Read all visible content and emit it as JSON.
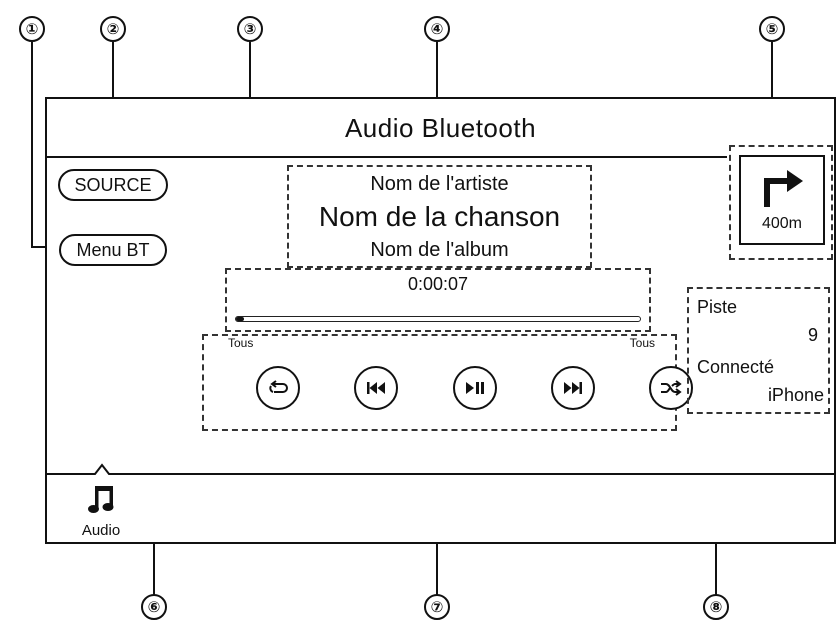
{
  "header": {
    "title": "Audio Bluetooth"
  },
  "buttons": {
    "source_label": "SOURCE",
    "menu_label": "Menu BT"
  },
  "track": {
    "artist": "Nom de l'artiste",
    "song": "Nom de la chanson",
    "album": "Nom de l'album"
  },
  "playback": {
    "elapsed": "0:00:07",
    "progress_fraction": 0.02
  },
  "controls": {
    "repeat_mode": "Tous",
    "shuffle_mode": "Tous",
    "icons": [
      "repeat-icon",
      "previous-track-icon",
      "play-pause-icon",
      "next-track-icon",
      "shuffle-icon"
    ]
  },
  "navigation": {
    "distance": "400m",
    "icon": "turn-right-arrow-icon"
  },
  "info_panel": {
    "track_label": "Piste",
    "track_number": "9",
    "status": "Connecté",
    "device": "iPhone"
  },
  "tabs": [
    {
      "label": "Audio",
      "icon": "music-note-icon"
    }
  ],
  "callouts": [
    "①",
    "②",
    "③",
    "④",
    "⑤",
    "⑥",
    "⑦",
    "⑧"
  ],
  "colors": {
    "line": "#111111",
    "background": "#ffffff"
  }
}
